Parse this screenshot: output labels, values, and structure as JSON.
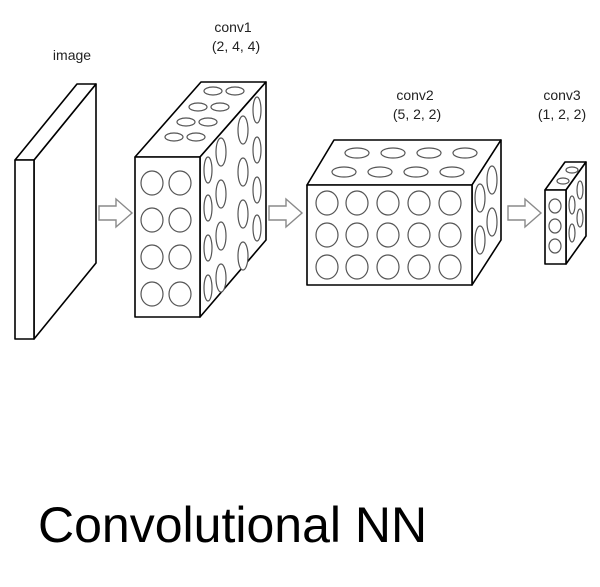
{
  "diagram": {
    "title": "Convolutional NN",
    "image": {
      "label": "image"
    },
    "layers": [
      {
        "name": "conv1",
        "shape": "(2, 4, 4)"
      },
      {
        "name": "conv2",
        "shape": "(5, 2, 2)"
      },
      {
        "name": "conv3",
        "shape": "(1, 2, 2)"
      }
    ]
  },
  "colors": {
    "outline": "#000000",
    "cell_stroke": "#555555",
    "arrow_stroke": "#8a8a8a",
    "text": "#222222"
  }
}
